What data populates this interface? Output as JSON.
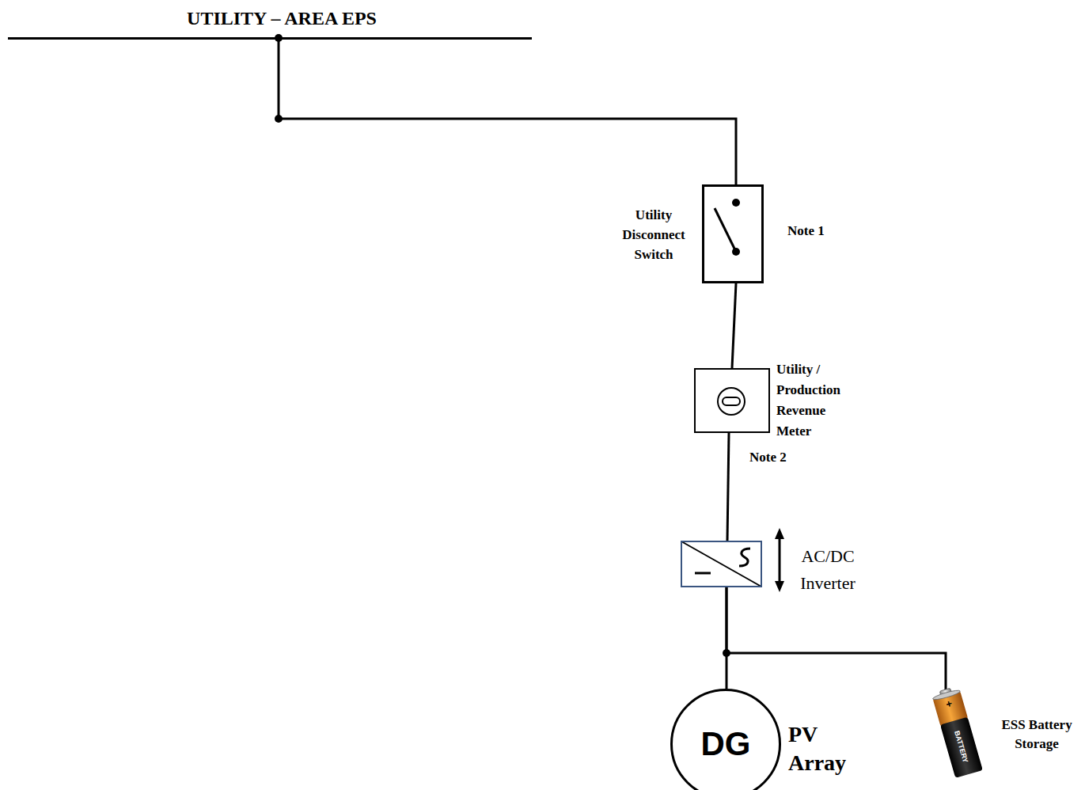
{
  "diagram": {
    "nodes": [
      {
        "text": [
          "UTILITY – AREA EPS"
        ]
      },
      {
        "text": [
          "Utility Disconnect Switch"
        ]
      },
      {
        "text": [
          "Utility / Production Revenue Meter"
        ]
      },
      {
        "text": [
          "AC/DC Inverter"
        ]
      },
      {
        "text": [
          "DG",
          "PV Array"
        ]
      },
      {
        "text": [
          "ESS Battery Storage"
        ]
      }
    ],
    "edges": [
      {
        "from": 0,
        "to": 1,
        "arrow": "none"
      },
      {
        "from": 1,
        "to": 2,
        "arrow": "none"
      },
      {
        "from": 2,
        "to": 3,
        "arrow": "none"
      },
      {
        "from": 3,
        "to": 4,
        "arrow": "none"
      },
      {
        "from": 3,
        "to": 5,
        "arrow": "none"
      }
    ],
    "labels": [
      "Note 1",
      "Note 2",
      "+",
      "BATTERY"
    ]
  }
}
